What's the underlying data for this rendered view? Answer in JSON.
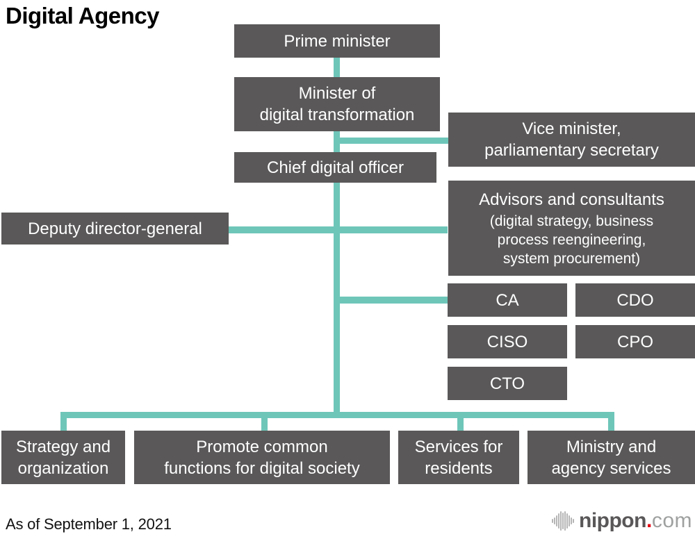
{
  "title": "Digital Agency",
  "as_of": "As of September 1, 2021",
  "colors": {
    "box_background": "#5a5858",
    "connector": "#6ec6b9",
    "box_text": "#ffffff",
    "title_text": "#000000",
    "logo_dark": "#595757",
    "logo_light": "#9fa0a0",
    "logo_dot_red": "#e60012"
  },
  "org": {
    "prime_minister": {
      "label": "Prime minister"
    },
    "minister": {
      "line1": "Minister of",
      "line2": "digital transformation"
    },
    "vice_minister": {
      "line1": "Vice minister,",
      "line2": "parliamentary secretary"
    },
    "chief_digital_officer": {
      "label": "Chief digital officer"
    },
    "advisors": {
      "title": "Advisors and consultants",
      "sub1": "(digital strategy, business",
      "sub2": "process reengineering,",
      "sub3": "system procurement)"
    },
    "deputy_director_general": {
      "label": "Deputy director-general"
    },
    "officers": {
      "ca": "CA",
      "cdo": "CDO",
      "ciso": "CISO",
      "cpo": "CPO",
      "cto": "CTO"
    },
    "groups": {
      "strategy": {
        "line1": "Strategy and",
        "line2": "organization"
      },
      "promote": {
        "line1": "Promote common",
        "line2": "functions for digital society"
      },
      "services": {
        "line1": "Services for",
        "line2": "residents"
      },
      "ministry": {
        "line1": "Ministry and",
        "line2": "agency services"
      }
    }
  },
  "logo": {
    "icon": "soundwave-icon",
    "name": "nippon",
    "dot": ".",
    "tld": "com"
  }
}
